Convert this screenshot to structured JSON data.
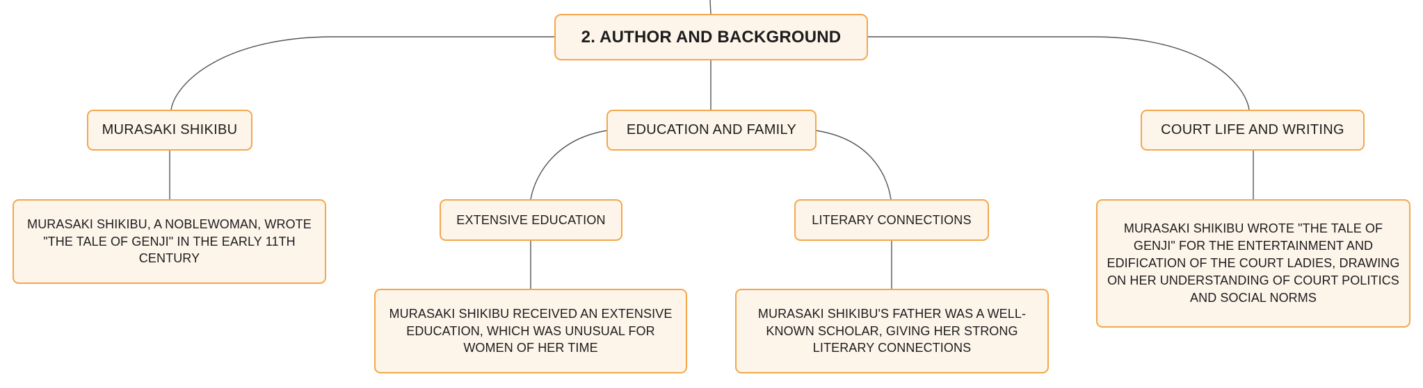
{
  "mindmap": {
    "root": {
      "label": "2. AUTHOR AND BACKGROUND"
    },
    "branches": {
      "murasaki": {
        "label": "MURASAKI SHIKIBU",
        "detail": "MURASAKI SHIKIBU, A NOBLEWOMAN, WROTE \"THE TALE OF GENJI\" IN THE EARLY 11TH CENTURY"
      },
      "education": {
        "label": "EDUCATION AND FAMILY",
        "children": {
          "extensive": {
            "label": "EXTENSIVE EDUCATION",
            "detail": "MURASAKI SHIKIBU RECEIVED AN EXTENSIVE EDUCATION, WHICH WAS UNUSUAL FOR WOMEN OF HER TIME"
          },
          "literary": {
            "label": "LITERARY CONNECTIONS",
            "detail": "MURASAKI SHIKIBU'S FATHER WAS A WELL-KNOWN SCHOLAR, GIVING HER STRONG LITERARY CONNECTIONS"
          }
        }
      },
      "court": {
        "label": "COURT LIFE AND WRITING",
        "detail": "MURASAKI SHIKIBU WROTE \"THE TALE OF GENJI\" FOR THE ENTERTAINMENT AND EDIFICATION OF THE COURT LADIES, DRAWING ON HER UNDERSTANDING OF COURT POLITICS AND SOCIAL NORMS"
      }
    }
  },
  "colors": {
    "node_border": "#f3a74a",
    "node_fill": "#fdf4ea",
    "connector": "#555555"
  }
}
